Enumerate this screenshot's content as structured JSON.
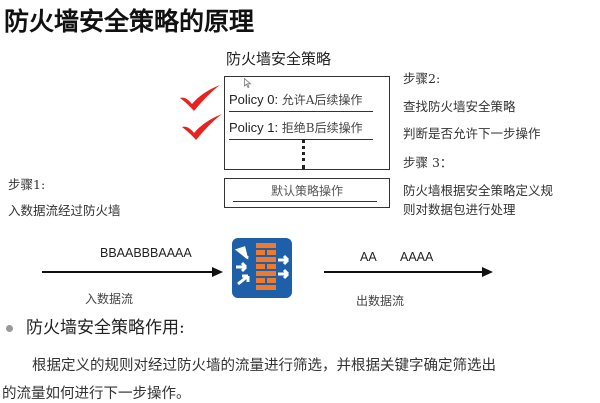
{
  "page": {
    "title": "防火墙安全策略的原理"
  },
  "diagram": {
    "policy_table_title": "防火墙安全策略",
    "policies": [
      {
        "label": "Policy 0:",
        "action": "允许A后续操作",
        "matched": true
      },
      {
        "label": "Policy 1:",
        "action": "拒绝B后续操作",
        "matched": true
      }
    ],
    "default_policy_label": "默认策略操作",
    "check_color": "#e8231f",
    "steps": {
      "step1_title": "步骤1:",
      "step1_desc": "入数据流经过防火墙",
      "step2_title": "步骤2:",
      "step2_line1": "查找防火墙安全策略",
      "step2_line2": "判断是否允许下一步操作",
      "step3_title": "步骤 3：",
      "step3_line1": "防火墙根据安全策略定义规",
      "step3_line2": "则对数据包进行处理"
    },
    "inbound": {
      "stream": "BBAABBBAAAA",
      "label": "入数据流"
    },
    "outbound": {
      "stream_part1": "AA",
      "stream_part2": "AAAA",
      "label": "出数据流"
    },
    "firewall_icon": {
      "name": "firewall-icon",
      "bg_color": "#1d5fa8",
      "brick_color": "#f07a2a"
    }
  },
  "section": {
    "heading": "防火墙安全策略作用:",
    "paragraph_line1": "根据定义的规则对经过防火墙的流量进行筛选，并根据关键字确定筛选出",
    "paragraph_line2": "的流量如何进行下一步操作。"
  }
}
